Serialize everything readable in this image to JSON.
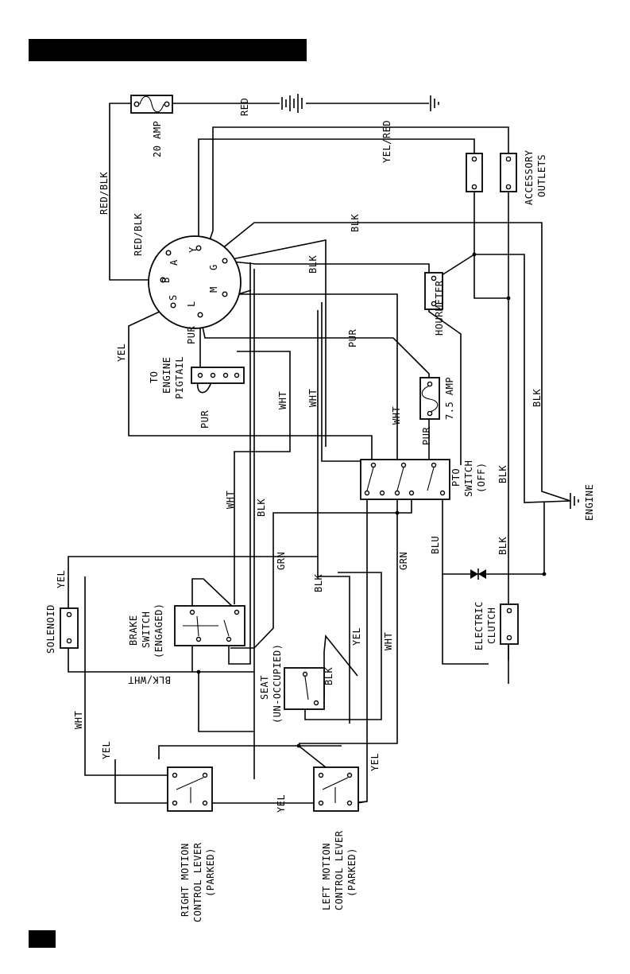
{
  "wire_labels": {
    "red": "RED",
    "red_blk_outer": "RED/BLK",
    "red_blk_inner": "RED/BLK",
    "yel_red": "YEL/RED",
    "blk_top": "BLK",
    "blk_g": "BLK",
    "yel_s": "YEL",
    "pur_l": "PUR",
    "pur_pig": "PUR",
    "pur_mid": "PUR",
    "pur_fuse": "PUR",
    "wht_1": "WHT",
    "wht_2": "WHT",
    "wht_3": "WHT",
    "wht_brake": "WHT",
    "blk_brake": "BLK",
    "grn_1": "GRN",
    "grn_2": "GRN",
    "blk_seat_top": "BLK",
    "yel_seat": "YEL",
    "wht_lower": "WHT",
    "blk_seat": "BLK",
    "blk_wht": "BLK/WHT",
    "yel_solenoid": "YEL",
    "wht_left": "WHT",
    "yel_left": "YEL",
    "yel_bottom": "YEL",
    "yel_right": "YEL",
    "blu": "BLU",
    "blk_r1": "BLK",
    "blk_r2": "BLK",
    "blk_r3": "BLK"
  },
  "components": {
    "fuse_20": "20 AMP",
    "accessory": [
      "ACCESSORY",
      "OUTLETS"
    ],
    "hourmeter": "HOURMETER",
    "fuse_7": "7.5 AMP",
    "pigtail": [
      "TO",
      "ENGINE",
      "PIGTAIL"
    ],
    "pto": [
      "PTO",
      "SWITCH",
      "(OFF)"
    ],
    "engine": "ENGINE",
    "clutch": [
      "ELECTRIC",
      "CLUTCH"
    ],
    "solenoid": "SOLENOID",
    "brake": [
      "BRAKE",
      "SWITCH",
      "(ENGAGED)"
    ],
    "seat": [
      "SEAT",
      "(UN-OCCUPIED)"
    ],
    "right_lever": [
      "RIGHT MOTION",
      "CONTROL LEVER",
      "(PARKED)"
    ],
    "left_lever": [
      "LEFT MOTION",
      "CONTROL LEVER",
      "(PARKED)"
    ]
  },
  "ignition_terminals": {
    "b": "B",
    "a": "A",
    "y": "Y",
    "g": "G",
    "s": "S",
    "l": "L",
    "m": "M"
  }
}
